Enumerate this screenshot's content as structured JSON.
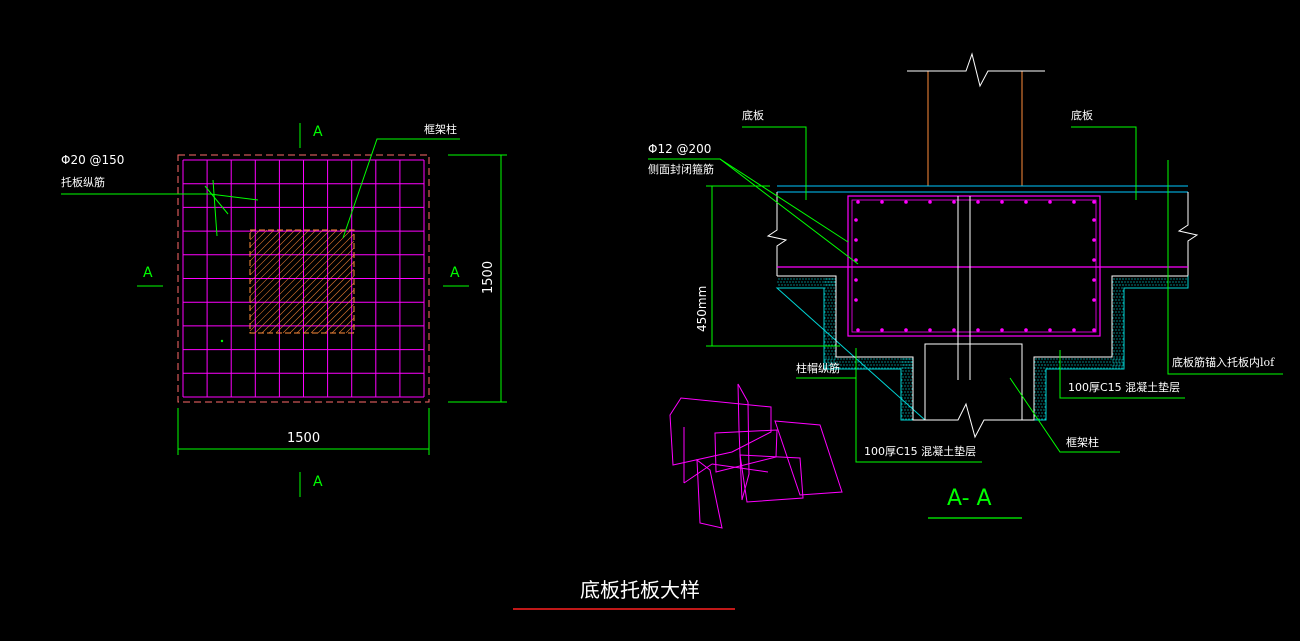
{
  "plan": {
    "section_mark": "A",
    "rebar_spec": "Φ20 @150",
    "rebar_label": "托板纵筋",
    "column_label": "框架柱",
    "dim_width": "1500",
    "dim_height": "1500"
  },
  "section": {
    "slab_left": "底板",
    "slab_right": "底板",
    "stirrup_spec": "Φ12 @200",
    "stirrup_label": "侧面封闭箍筋",
    "depth": "450mm",
    "column_rebar": "柱帽纵筋",
    "cushion_right": "100厚C15 混凝土垫层",
    "cushion_bottom": "100厚C15 混凝土垫层",
    "anchor_note": "底板筋锚入托板内lof",
    "column_label": "框架柱",
    "title": "A- A"
  },
  "sheet": {
    "title": "底板托板大样"
  },
  "colors": {
    "background": "#000000",
    "rebar": "#ff00ff",
    "leader": "#00ff00",
    "outline": "#ffffff",
    "column": "#ff8c3a",
    "concrete": "#00d4d4",
    "dashed": "#ff5a5a",
    "slab_line": "#00c8ff",
    "underline": "#ff2020"
  }
}
